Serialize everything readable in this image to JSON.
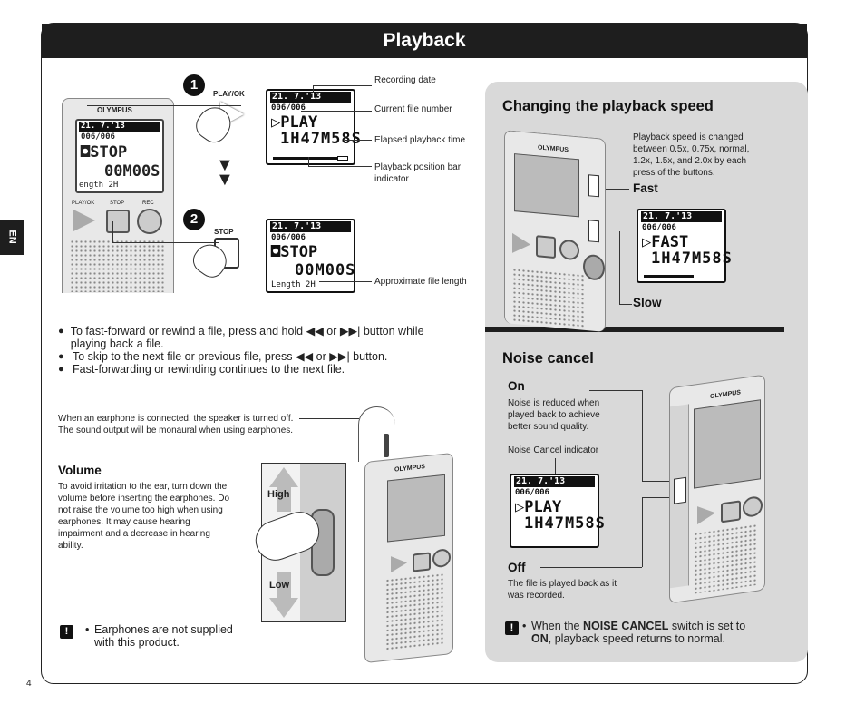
{
  "page": {
    "title": "Playback",
    "lang_tab": "EN",
    "page_number": "4"
  },
  "left_diagram": {
    "step1": "1",
    "step2": "2",
    "play_ok_label": "PLAY/OK",
    "stop_label": "STOP",
    "device": {
      "brand": "OLYMPUS",
      "date": "21. 7.'13",
      "file": "006/006",
      "state": "STOP",
      "time": "00M00S",
      "length": "ength 2H",
      "btn_play": "PLAY/OK",
      "btn_stop": "STOP",
      "btn_rec": "REC"
    },
    "lcd_play": {
      "date": "21. 7.'13",
      "file": "006/006",
      "state": "PLAY",
      "time": "1H47M58S"
    },
    "lcd_stop": {
      "date": "21. 7.'13",
      "file": "006/006",
      "state": "STOP",
      "time": "00M00S",
      "length": "Length 2H"
    },
    "callouts": {
      "recording_date": "Recording date",
      "current_file": "Current file number",
      "elapsed": "Elapsed playback time",
      "position_bar": "Playback position bar indicator",
      "approx_length": "Approximate file length"
    }
  },
  "bullets": [
    "To fast-forward or rewind a file, press and hold ◀◀ or ▶▶| button while playing back a file.",
    "To skip to the next file or previous file, press ◀◀ or ▶▶| button.",
    "Fast-forwarding or rewinding continues to the next file."
  ],
  "earphone": {
    "note": "When an earphone is connected, the speaker is turned off. The sound output will be monaural when using earphones.",
    "volume_heading": "Volume",
    "volume_text": "To avoid irritation to the ear, turn down the volume before inserting the earphones. Do not raise the volume too high when using earphones. It may cause hearing impairment and a decrease in hearing ability.",
    "high_label": "High",
    "low_label": "Low",
    "warning": "Earphones are not supplied with this product.",
    "device_brand": "OLYMPUS"
  },
  "speed": {
    "heading": "Changing the playback speed",
    "description": "Playback speed is changed between 0.5x, 0.75x, normal, 1.2x, 1.5x, and 2.0x by each press of the buttons.",
    "fast_label": "Fast",
    "slow_label": "Slow",
    "lcd": {
      "date": "21. 7.'13",
      "file": "006/006",
      "state": "FAST",
      "time": "1H47M58S"
    },
    "device_brand": "OLYMPUS"
  },
  "noise": {
    "heading": "Noise cancel",
    "on_label": "On",
    "on_text": "Noise is reduced when played back to achieve better sound quality.",
    "indicator_label": "Noise Cancel indicator",
    "off_label": "Off",
    "off_text": "The file is played back as it was recorded.",
    "lcd": {
      "date": "21. 7.'13",
      "file": "006/006",
      "state": "PLAY",
      "time": "1H47M58S"
    },
    "warning_prefix": "When the ",
    "warning_switch": "NOISE CANCEL",
    "warning_mid": " switch is set to ",
    "warning_on": "ON",
    "warning_suffix": ", playback speed returns to normal.",
    "device_brand": "OLYMPUS"
  },
  "colors": {
    "panel_grey": "#d9d9d9",
    "title_bar": "#1e1e1e"
  }
}
